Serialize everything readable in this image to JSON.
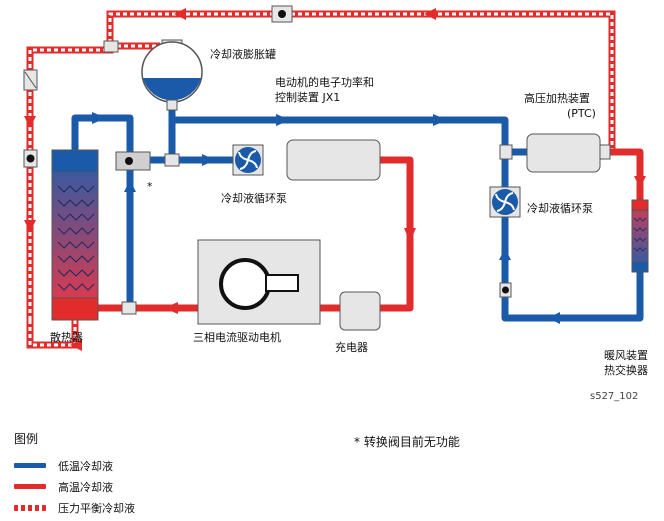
{
  "labels": {
    "expansion_tank": "冷却液膨胀罐",
    "control_unit_line1": "电动机的电子功率和",
    "control_unit_line2": "控制装置 JX1",
    "hv_heater_line1": "高压加热装置",
    "hv_heater_line2": "(PTC)",
    "pump_left": "冷却液循环泵",
    "pump_right": "冷却液循环泵",
    "radiator": "散热器",
    "motor": "三相电流驱动电机",
    "charger": "充电器",
    "heater_core_line1": "暖风装置",
    "heater_core_line2": "热交换器",
    "asterisk": "*",
    "figure_id": "s527_102"
  },
  "legend": {
    "title": "图例",
    "items": [
      {
        "label": "低温冷却液",
        "style": "solid",
        "color": "#1a5aa8"
      },
      {
        "label": "高温冷却液",
        "style": "solid",
        "color": "#e22b2b"
      },
      {
        "label": "压力平衡冷却液",
        "style": "dashed",
        "color": "#e22b2b"
      }
    ]
  },
  "note": "* 转换阀目前无功能",
  "colors": {
    "cold": "#1a5aa8",
    "hot": "#e22b2b",
    "component_fill": "#e6e6e6",
    "component_stroke": "#555555"
  }
}
